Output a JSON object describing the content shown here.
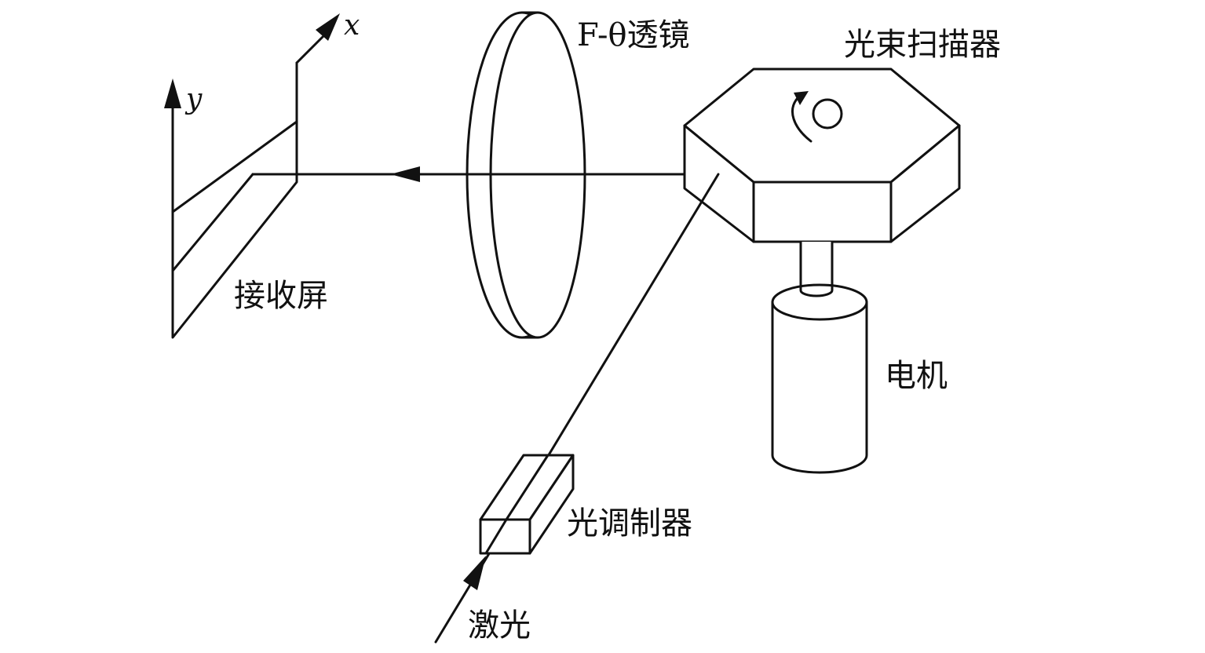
{
  "labels": {
    "x_axis": "x",
    "y_axis": "y",
    "lens": "F-θ透镜",
    "scanner": "光束扫描器",
    "screen": "接收屏",
    "motor": "电机",
    "modulator": "光调制器",
    "laser": "激光"
  },
  "colors": {
    "line": "#111111",
    "background": "#ffffff"
  }
}
